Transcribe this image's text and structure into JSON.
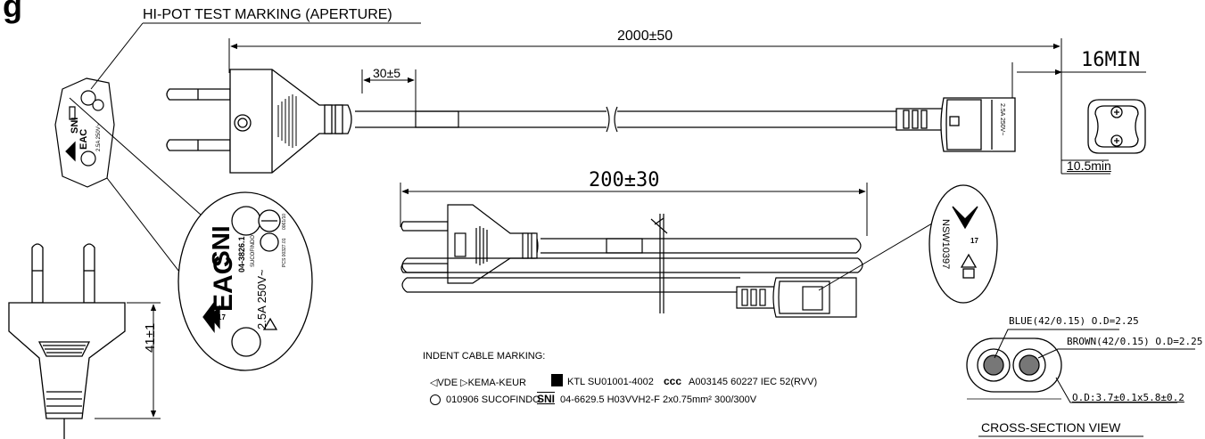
{
  "header": {
    "partial_title": "g"
  },
  "labels": {
    "hipot_marking": "HI-POT TEST MARKING (APERTURE)",
    "overall_length": "2000±50",
    "strip_length": "30±5",
    "min_end": "16MIN",
    "width_min": "10.5min",
    "coil_length": "200±30",
    "plug_height": "41±1",
    "connector_rating": "2.5A 250V~",
    "plug_rating": "2.5A 250V~",
    "plug_code": "04-3826.1"
  },
  "marks": {
    "sni": "SNI",
    "eac": "EAC",
    "nsw": "NSW10397",
    "sucofindo_small": "SUCOFINDO",
    "pcs_small": "PCS 00327.01",
    "cert_small": "0061/10",
    "vde_num": "17"
  },
  "indent": {
    "title": "INDENT CABLE MARKING:",
    "line1_a": "◁VDE ▷KEMA-KEUR",
    "line1_b": "KTL SU01001-4002",
    "line1_ccc": "ccc",
    "line1_c": "A003145 60227 IEC 52(RVV)",
    "line2_a": "010906 SUCOFINDO",
    "line2_sni": "SNI",
    "line2_b": "04-6629.5  H03VVH2-F 2x0.75mm² 300/300V"
  },
  "cross_section": {
    "blue": "BLUE(42/0.15) O.D=2.25",
    "brown": "BROWN(42/0.15) O.D=2.25",
    "od": "O.D:3.7±0.1x5.8±0.2",
    "title": "CROSS-SECTION VIEW"
  },
  "colors": {
    "line": "#000000",
    "fill": "#ffffff",
    "shade": "#e6e6e6"
  }
}
